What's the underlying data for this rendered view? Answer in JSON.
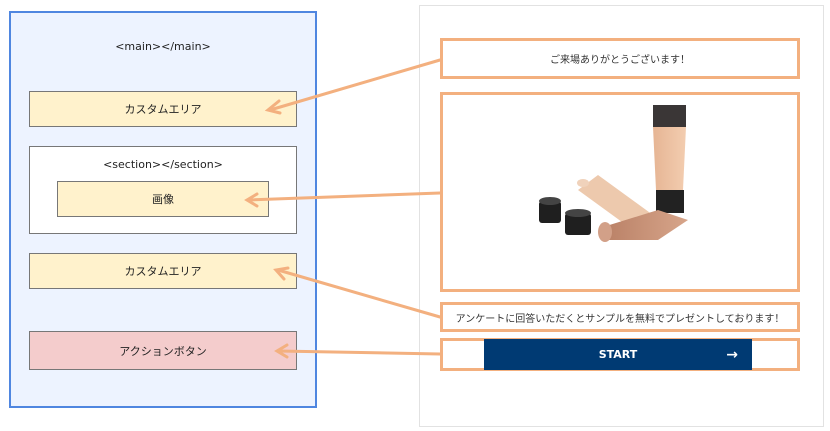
{
  "structure": {
    "main_label": "<main></main>",
    "custom_area_1": "カスタムエリア",
    "section_label": "<section></section>",
    "image_label": "画像",
    "custom_area_2": "カスタムエリア",
    "action_button": "アクションボタン"
  },
  "preview": {
    "greeting": "ご来場ありがとうございます！",
    "image_icon": "cosmetic-tubes-photo",
    "survey_text": "アンケートに回答いただくとサンプルを無料でプレゼントしております！",
    "start_label": "START",
    "start_arrow": "→"
  },
  "colors": {
    "accent": "#f3b07f",
    "button": "#003a73",
    "main_bg": "#edf3ff",
    "main_border": "#4f86e0"
  }
}
